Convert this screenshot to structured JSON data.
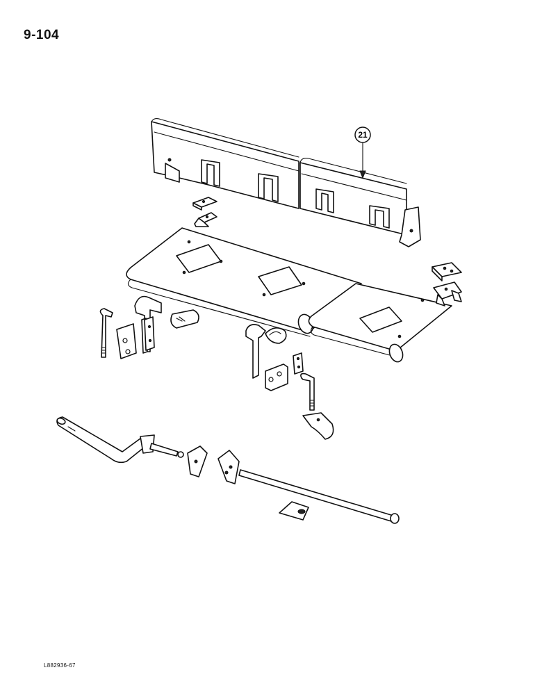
{
  "page": {
    "page_number": "9-104",
    "figure_code": "L882936-67"
  },
  "callouts": [
    {
      "label": "21",
      "target": "rear-shield"
    }
  ],
  "colors": {
    "line": "#111111",
    "background": "#ffffff"
  }
}
